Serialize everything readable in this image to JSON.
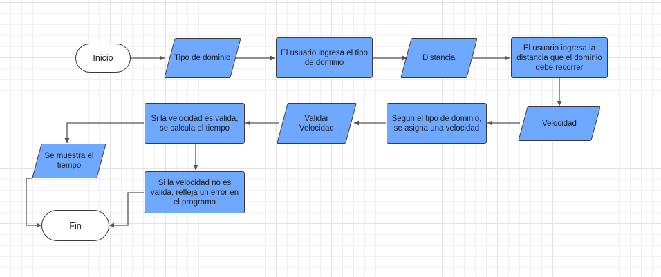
{
  "colors": {
    "node_fill": "#6fa8ff",
    "terminal_fill": "#ffffff",
    "stroke": "#3a3a3a",
    "connector": "#555555",
    "grid": "#e3e3e3"
  },
  "nodes": {
    "inicio": "Inicio",
    "tipo_dominio": "Tipo de dominio",
    "ingresa_tipo": "El usuario ingresa el tipo de dominio",
    "distancia": "Distancia",
    "ingresa_distancia": "El usuario ingresa la distancia que el dominio debe recorrer",
    "velocidad": "Velocidad",
    "asigna_velocidad": "Segun el tipo de dominio, se asigna una velocidad",
    "validar_velocidad": "Validar Velocidad",
    "calcula_tiempo": "Si la velocidad es valida, se calcula el tiempo",
    "muestra_tiempo": "Se muestra el tiempo",
    "error_programa": "Si la velocidad no es valida, refleja un error en el programa",
    "fin": "Fin"
  }
}
